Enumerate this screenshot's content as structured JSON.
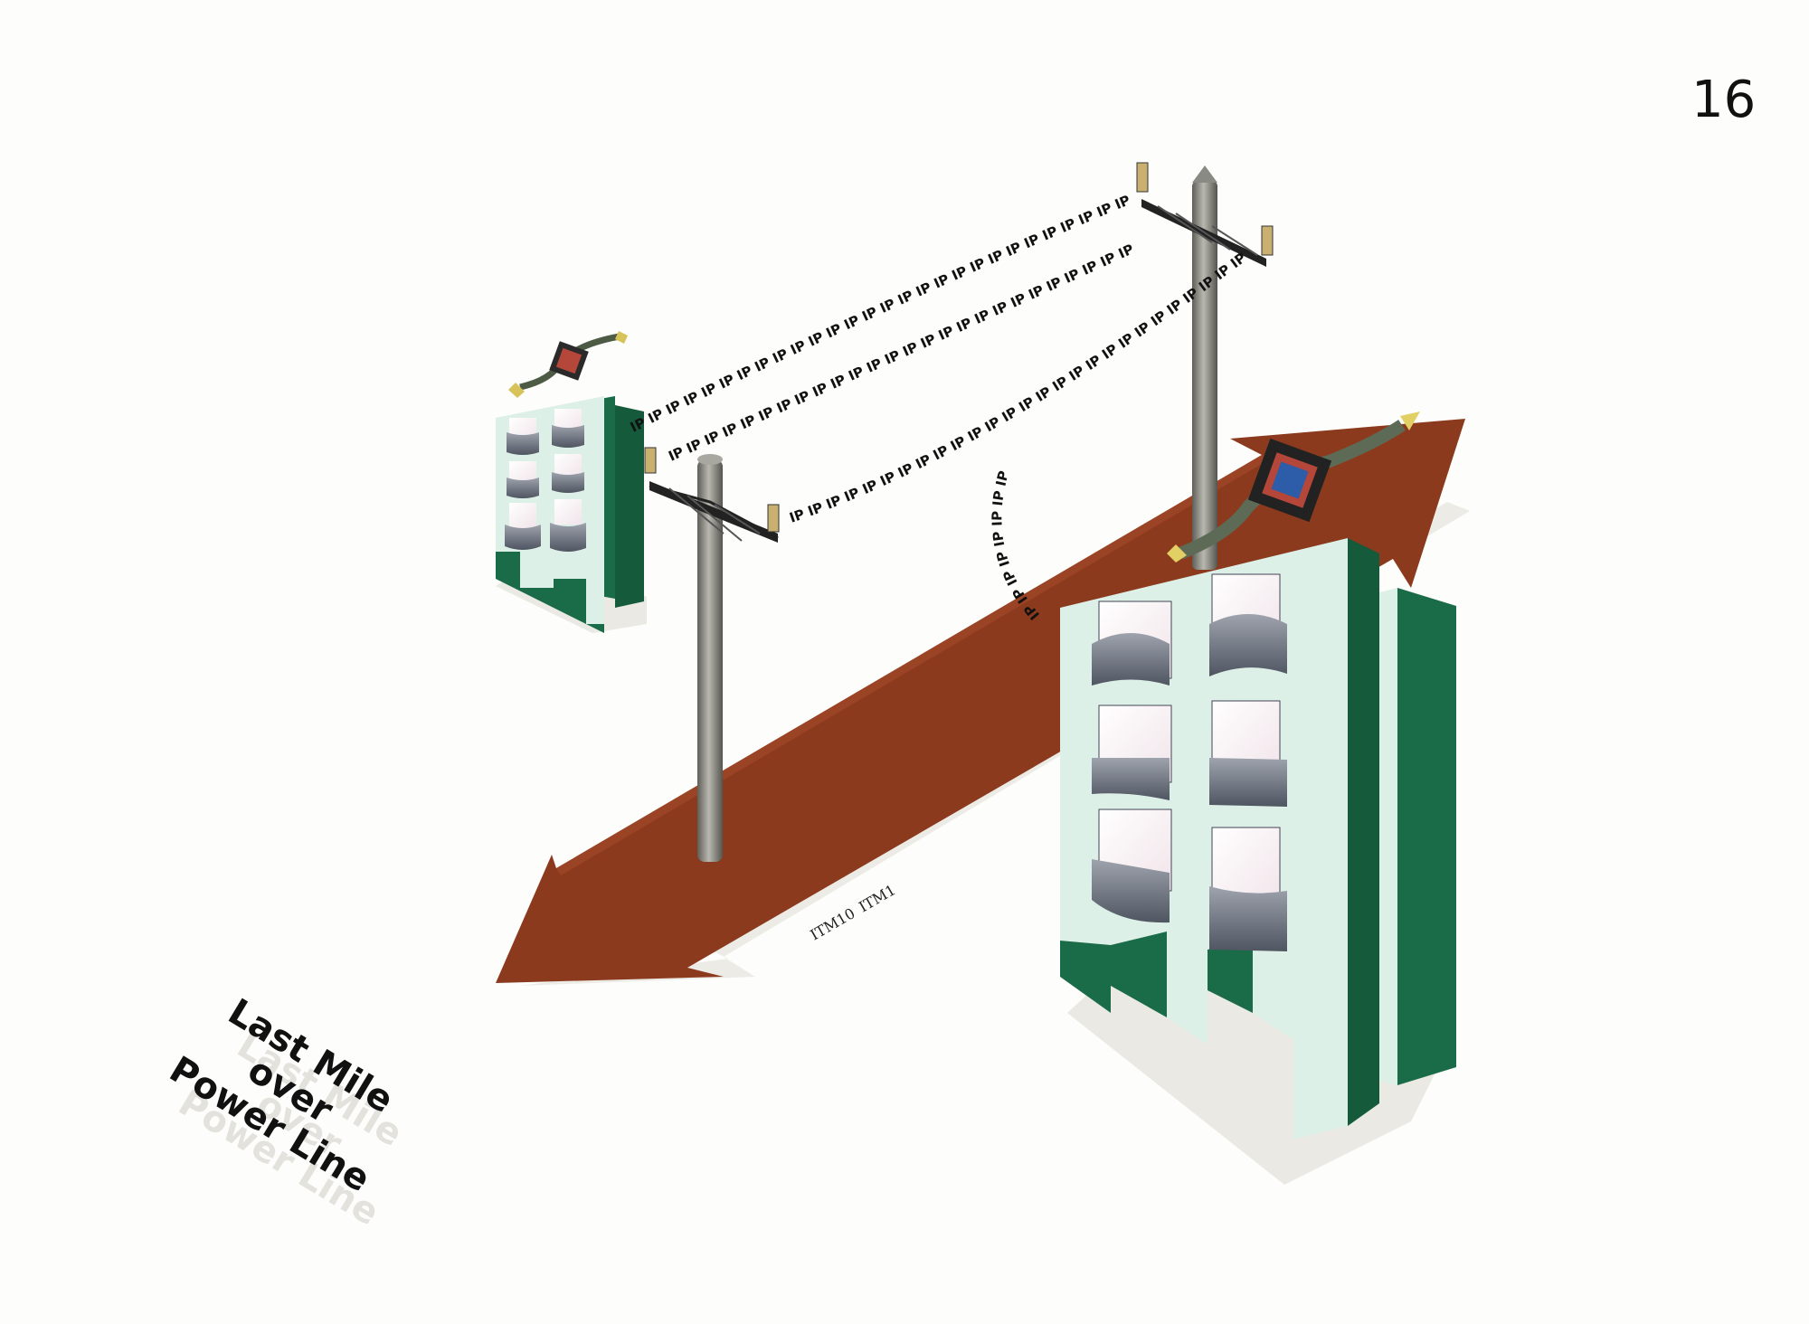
{
  "page": {
    "number": "16"
  },
  "caption": {
    "line1": "Last Mile",
    "line2": "over",
    "line3": "Power Line"
  },
  "wires": {
    "packet_label": "IP"
  },
  "road": {
    "labels": [
      "ITM10",
      "ITM1"
    ]
  },
  "colors": {
    "arrow": "#8c3a1e",
    "building_face": "#ddf0e8",
    "building_side": "#1a6b47",
    "balcony": "#6f7683",
    "pole": "#8a8a84"
  },
  "icons": [
    "modem-chip-icon",
    "insulator-icon"
  ]
}
